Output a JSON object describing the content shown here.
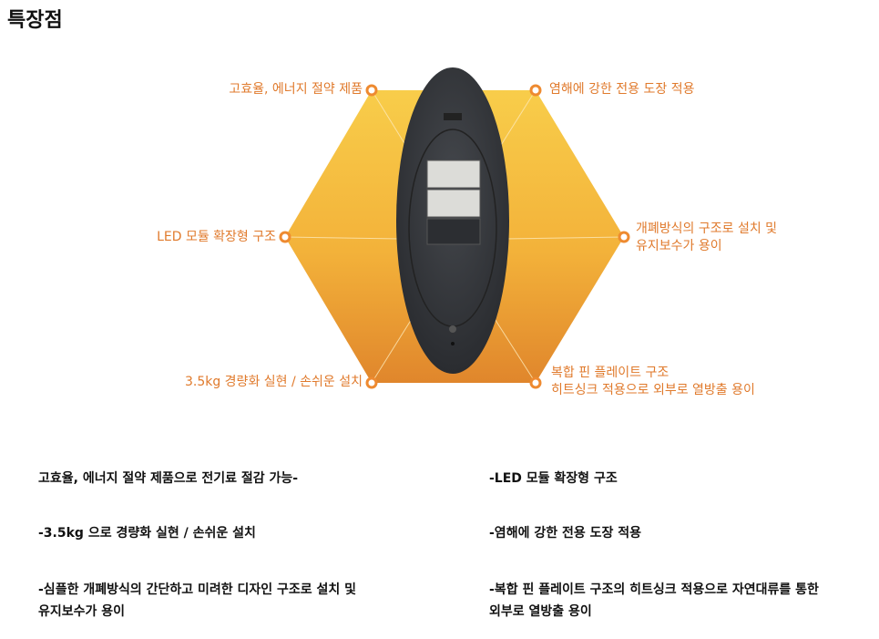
{
  "page_title": "특장점",
  "colors": {
    "label": "#e07a2c",
    "hex_top": "#f8cd4a",
    "hex_bottom": "#e0862c",
    "lamp": "#3a3c40"
  },
  "diagram_labels": {
    "top_left": "고효율, 에너지 절약 제품",
    "top_right": "염해에 강한 전용 도장 적용",
    "mid_left": "LED 모듈 확장형 구조",
    "mid_right_1": "개폐방식의 구조로 설치 및",
    "mid_right_2": "유지보수가 용이",
    "bottom_left": "3.5kg 경량화 실현 / 손쉬운 설치",
    "bottom_right_1": "복합 핀 플레이트 구조",
    "bottom_right_2": "히트싱크 적용으로 외부로 열방출 용이"
  },
  "features": {
    "f1": "고효율, 에너지 절약 제품으로 전기료 절감 가능-",
    "f2": "-LED 모듈 확장형 구조",
    "f3": "-3.5kg 으로 경량화 실현 / 손쉬운 설치",
    "f4": "-염해에 강한 전용 도장 적용",
    "f5_1": "-심플한 개폐방식의 간단하고 미려한 디자인 구조로 설치 및",
    "f5_2": "유지보수가 용이",
    "f6_1": "-복합 핀 플레이트 구조의 히트싱크 적용으로 자연대류를 통한",
    "f6_2": "외부로 열방출 용이"
  }
}
